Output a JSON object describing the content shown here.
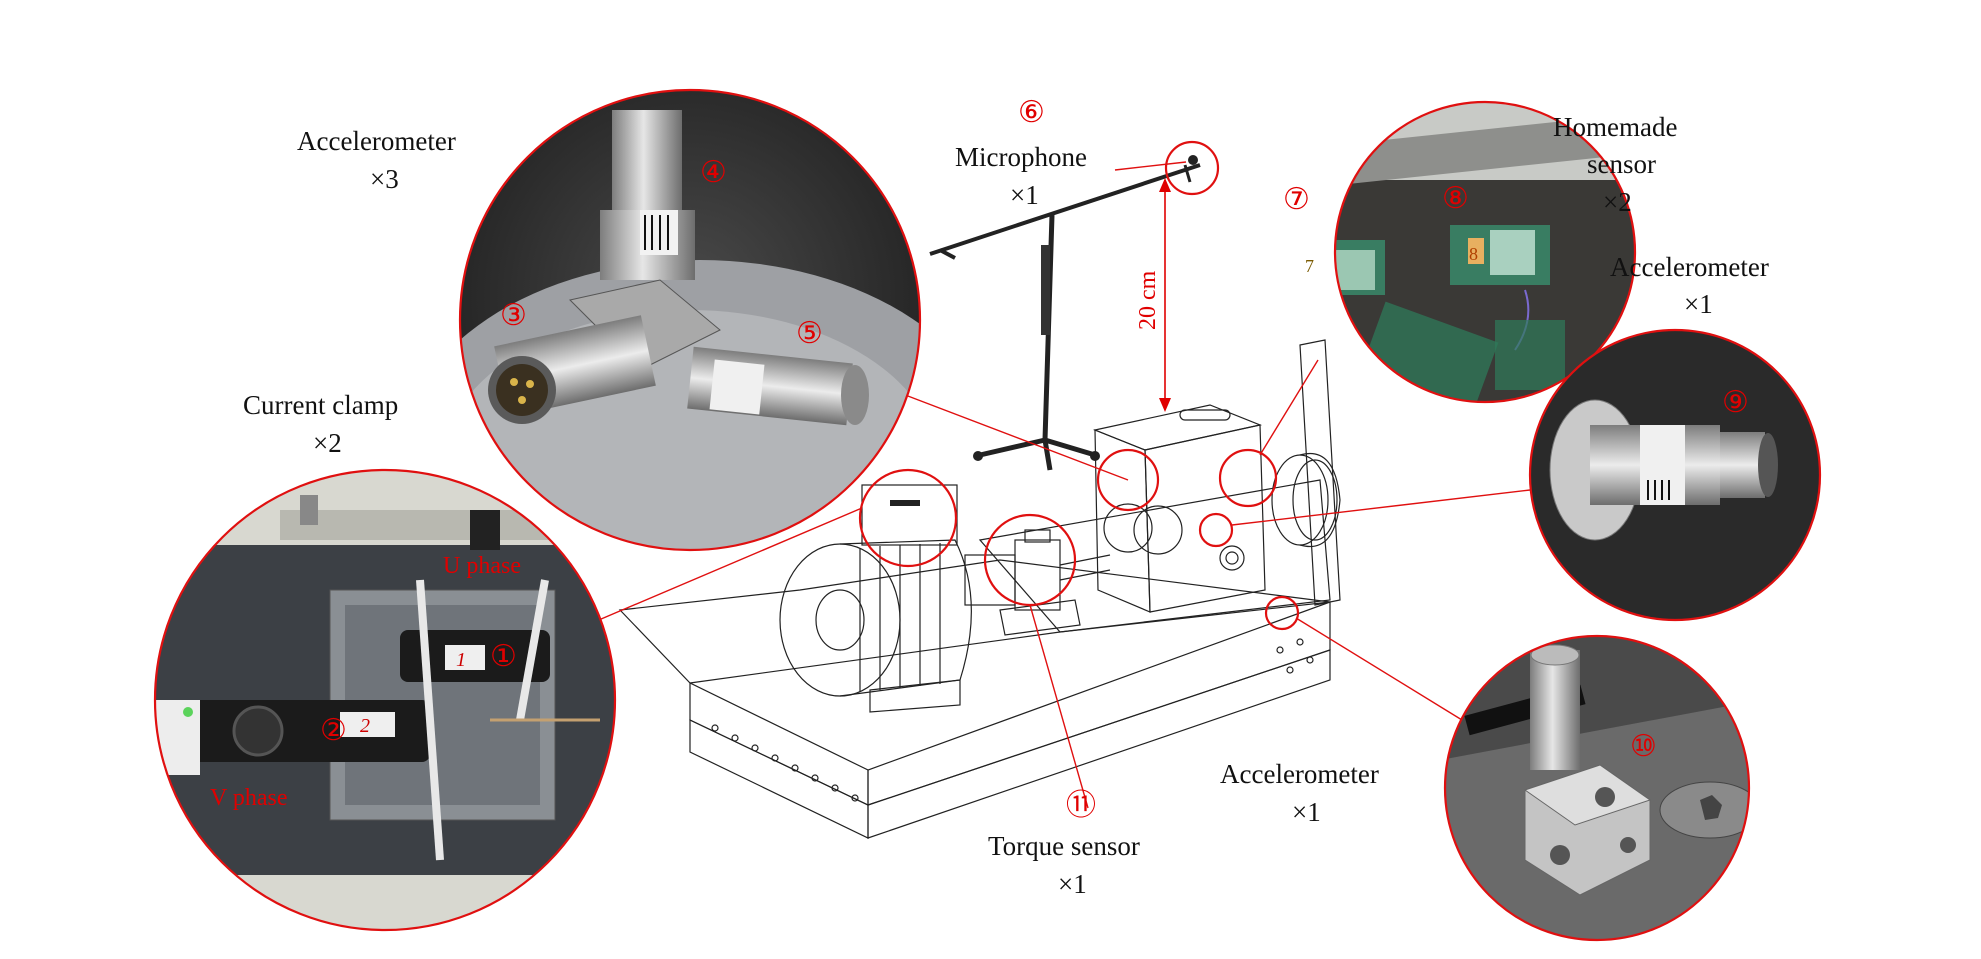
{
  "labels": {
    "accel_tri": "Accelerometer",
    "accel_tri_count": "×3",
    "current_clamp": "Current clamp",
    "current_clamp_count": "×2",
    "microphone": "Microphone",
    "microphone_count": "×1",
    "homemade": "Homemade",
    "homemade2": "sensor",
    "homemade_count": "×2",
    "accel_9": "Accelerometer",
    "accel_9_count": "×1",
    "accel_10": "Accelerometer",
    "accel_10_count": "×1",
    "torque": "Torque sensor",
    "torque_count": "×1",
    "u_phase": "U phase",
    "v_phase": "V phase",
    "distance": "20 cm"
  },
  "markers": {
    "n1": "①",
    "n2": "②",
    "n3": "③",
    "n4": "④",
    "n5": "⑤",
    "n6": "⑥",
    "n7": "⑦",
    "n8": "⑧",
    "n9": "⑨",
    "n10": "⑩",
    "n11": "⑪"
  },
  "patch_labels": {
    "p7": "7",
    "p8": "8",
    "clamp1": "1",
    "clamp2": "2"
  },
  "colors": {
    "accent_red": "#e00000",
    "leader_red": "#e01010",
    "photo_dark": "#2e2e2e",
    "metal": "#b8b8b8"
  }
}
